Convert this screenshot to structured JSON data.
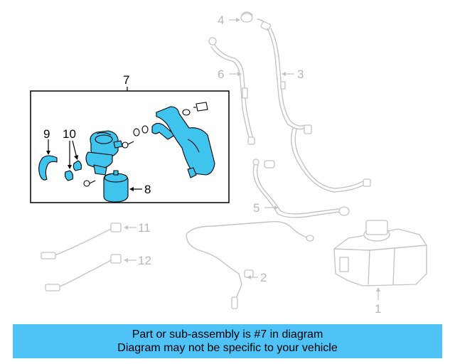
{
  "diagram": {
    "callouts": {
      "c1": "1",
      "c2": "2",
      "c3": "3",
      "c4": "4",
      "c5": "5",
      "c6": "6",
      "c7": "7",
      "c8": "8",
      "c9": "9",
      "c10": "10",
      "c11": "11",
      "c12": "12"
    },
    "highlight_color": "#3fc4ee",
    "ghost_color": "#c4c4c4"
  },
  "banner": {
    "line1": "Part or sub-assembly is #7 in diagram",
    "line2": "Diagram may not be specific to your vehicle",
    "background": "#4fc3f7"
  }
}
